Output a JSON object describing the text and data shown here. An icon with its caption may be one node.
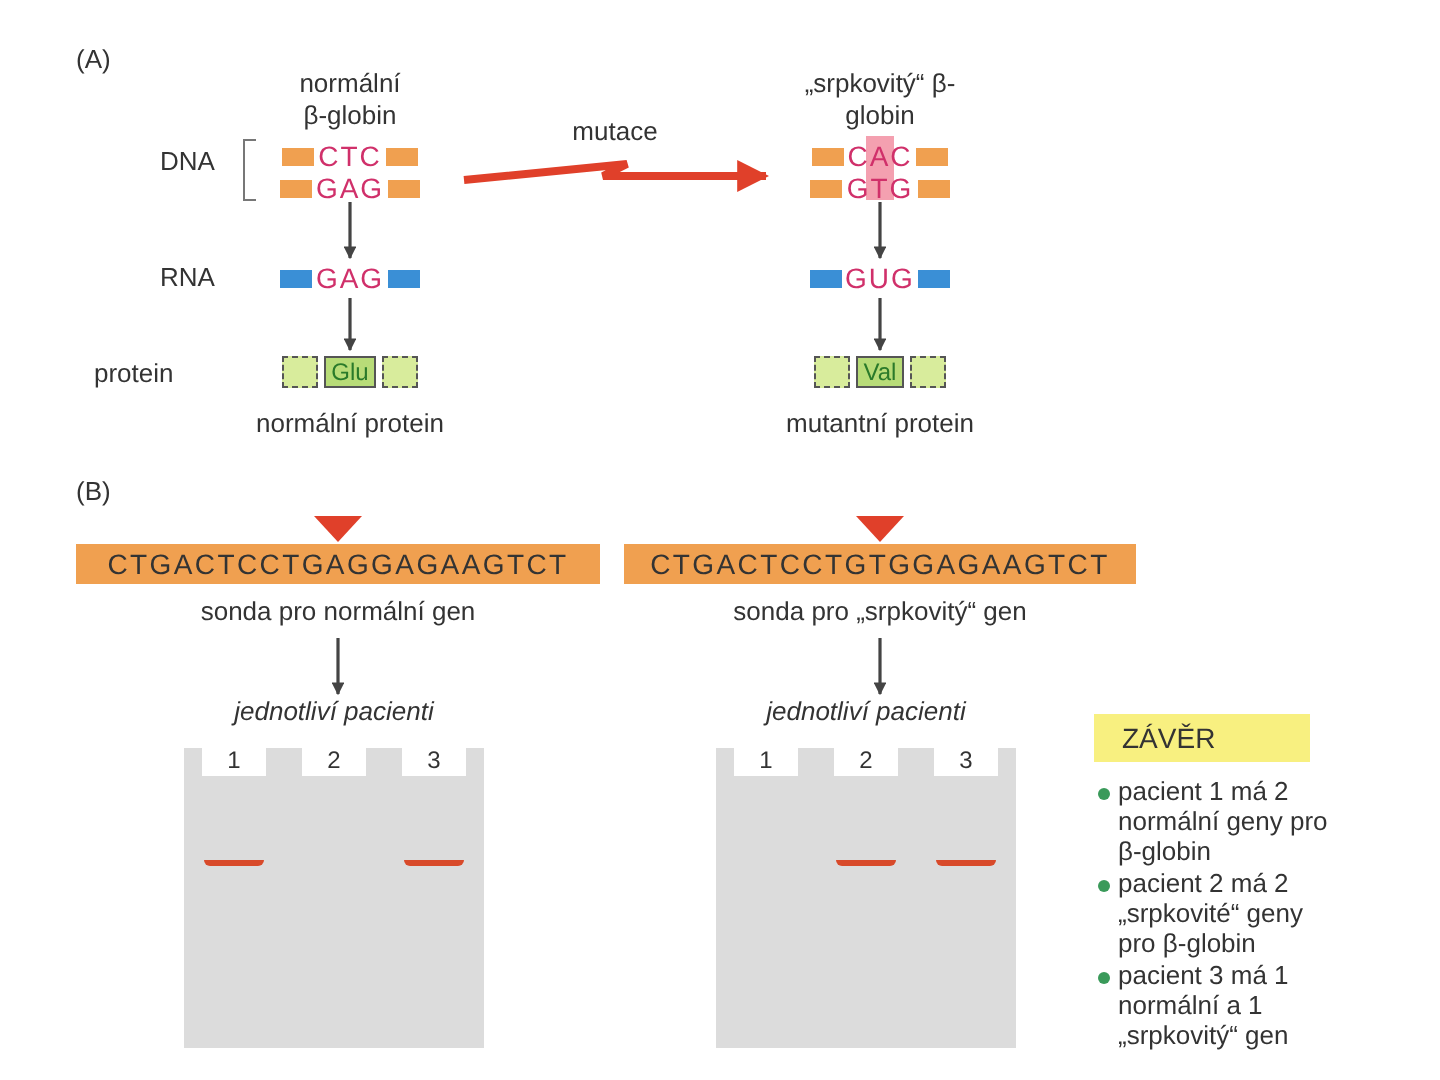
{
  "diagram": {
    "nodes": [
      {
        "text": [
          "normální β-globin",
          "CTC",
          "GAG"
        ]
      },
      {
        "text": [
          "GAG"
        ]
      },
      {
        "text": [
          "Glu"
        ],
        "beside": [
          "normální protein"
        ]
      },
      {
        "text": [
          "„srpkovitý“ β-globin",
          "CAC",
          "GTG"
        ]
      },
      {
        "text": [
          "GUG"
        ]
      },
      {
        "text": [
          "Val"
        ],
        "beside": [
          "mutantní protein"
        ]
      },
      {
        "text": [
          "CTGACTCCTGAGGAGAAGTCT"
        ],
        "beside": [
          "sonda pro normální gen"
        ]
      },
      {
        "text": [
          "jednotliví pacienti",
          "1",
          "2",
          "3"
        ]
      },
      {
        "text": [
          "CTGACTCCTGTGGAGAAGTCT"
        ],
        "beside": [
          "sonda pro „srpkovitý“ gen"
        ]
      },
      {
        "text": [
          "jednotliví pacienti",
          "1",
          "2",
          "3"
        ]
      },
      {
        "text": [
          "ZÁVĚR"
        ]
      }
    ],
    "edges": [
      {
        "from": 0,
        "to": 1,
        "arrow": "to"
      },
      {
        "from": 1,
        "to": 2,
        "arrow": "to"
      },
      {
        "from": 0,
        "to": 3,
        "arrow": "to",
        "label": "mutace",
        "style": "thick",
        "color": "#e0402a"
      },
      {
        "from": 3,
        "to": 4,
        "arrow": "to"
      },
      {
        "from": 4,
        "to": 5,
        "arrow": "to"
      },
      {
        "from": 6,
        "to": 7,
        "arrow": "to"
      },
      {
        "from": 8,
        "to": 9,
        "arrow": "to"
      }
    ],
    "labels": [
      "(A)",
      "DNA",
      "RNA",
      "protein",
      "(B)",
      "pacient 1 má 2 normální geny pro β-globin",
      "pacient 2 má 2 „srpkovité“ geny pro β-globin",
      "pacient 3 má 1 normální a 1 „srpkovitý“ gen"
    ]
  }
}
